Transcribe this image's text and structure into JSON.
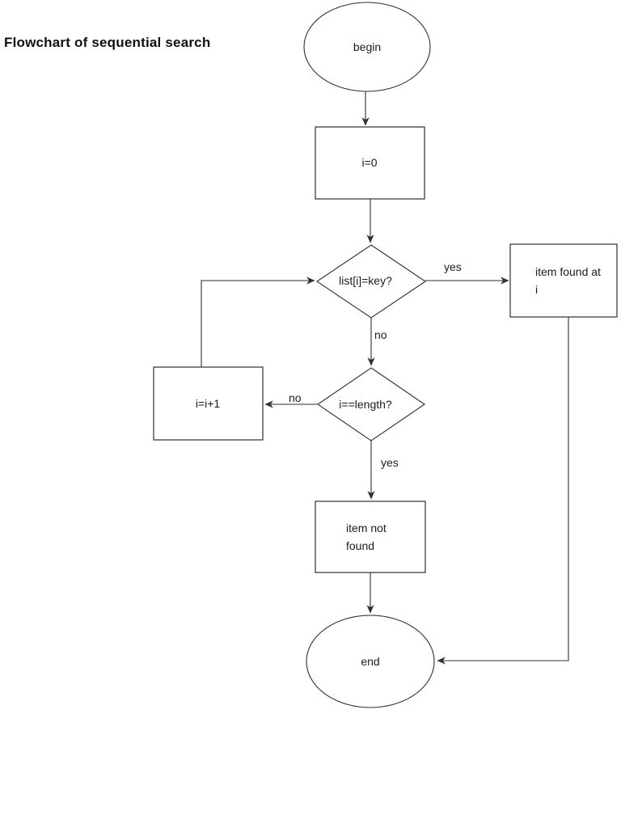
{
  "title": "Flowchart of sequential search",
  "diagram": {
    "type": "flowchart",
    "nodes": {
      "begin": {
        "shape": "ellipse",
        "label": "begin"
      },
      "init": {
        "shape": "rect",
        "label": "i=0"
      },
      "check_key": {
        "shape": "diamond",
        "label": "list[i]=key?"
      },
      "item_found": {
        "shape": "rect",
        "label": "item found at\ni"
      },
      "check_length": {
        "shape": "diamond",
        "label": "i==length?"
      },
      "increment": {
        "shape": "rect",
        "label": "i=i+1"
      },
      "item_not_found": {
        "shape": "rect",
        "label": "item not\nfound"
      },
      "end": {
        "shape": "ellipse",
        "label": "end"
      }
    },
    "edges": {
      "begin_to_init": {
        "from": "begin",
        "to": "init",
        "label": ""
      },
      "init_to_check_key": {
        "from": "init",
        "to": "check_key",
        "label": ""
      },
      "check_key_yes": {
        "from": "check_key",
        "to": "item_found",
        "label": "yes"
      },
      "check_key_no": {
        "from": "check_key",
        "to": "check_length",
        "label": "no"
      },
      "check_length_no": {
        "from": "check_length",
        "to": "increment",
        "label": "no"
      },
      "increment_loop": {
        "from": "increment",
        "to": "check_key",
        "label": ""
      },
      "check_length_yes": {
        "from": "check_length",
        "to": "item_not_found",
        "label": "yes"
      },
      "item_not_found_to_end": {
        "from": "item_not_found",
        "to": "end",
        "label": ""
      },
      "item_found_to_end": {
        "from": "item_found",
        "to": "end",
        "label": ""
      }
    },
    "colors": {
      "background": "#ffffff",
      "stroke": "#2f2f2f",
      "text": "#1c1c1c"
    }
  }
}
